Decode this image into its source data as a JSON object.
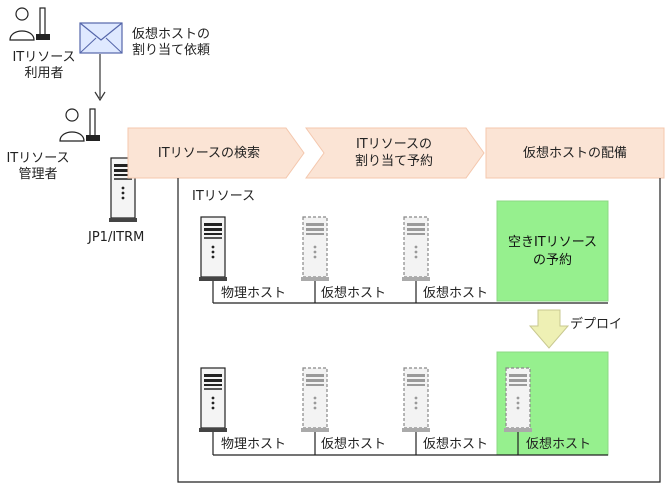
{
  "people": {
    "user_label_line1": "ITリソース",
    "user_label_line2": "利用者",
    "admin_label_line1": "ITリソース",
    "admin_label_line2": "管理者"
  },
  "request": {
    "line1": "仮想ホストの",
    "line2": "割り当て依頼"
  },
  "system_label": "JP1/ITRM",
  "process_steps": [
    {
      "line1": "ITリソースの検索",
      "line2": ""
    },
    {
      "line1": "ITリソースの",
      "line2": "割り当て予約"
    },
    {
      "line1": "仮想ホストの配備",
      "line2": ""
    }
  ],
  "resources": {
    "title": "ITリソース",
    "top_row": [
      "物理ホスト",
      "仮想ホスト",
      "仮想ホスト"
    ],
    "reserve_box": {
      "line1": "空きITリソース",
      "line2": "の予約"
    },
    "deploy_label": "デプロイ",
    "bottom_row": [
      "物理ホスト",
      "仮想ホスト",
      "仮想ホスト",
      "仮想ホスト"
    ]
  },
  "colors": {
    "step_fill": "#fbe4d5",
    "highlight_green": "#96f08e",
    "deploy_arrow": "#eef0b4"
  }
}
